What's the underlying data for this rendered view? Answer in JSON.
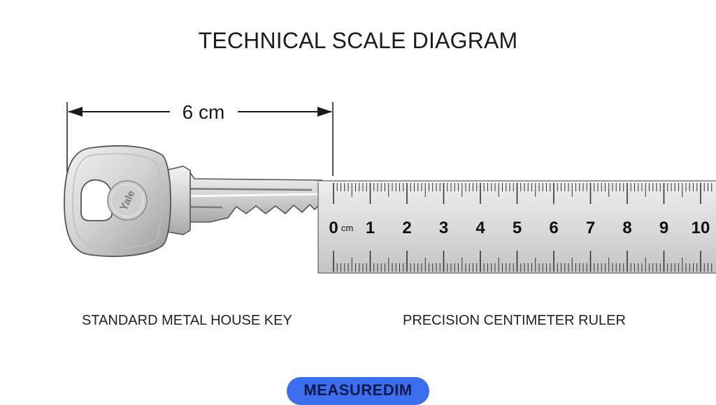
{
  "title": "TECHNICAL SCALE DIAGRAM",
  "dimension": {
    "value": 6,
    "label": "6 cm"
  },
  "key": {
    "brand": "Yale",
    "caption": "STANDARD METAL HOUSE KEY"
  },
  "ruler": {
    "caption": "PRECISION CENTIMETER RULER",
    "unit": "cm",
    "labels": [
      "0",
      "1",
      "2",
      "3",
      "4",
      "5",
      "6",
      "7",
      "8",
      "9",
      "10"
    ]
  },
  "badge": {
    "label": "MEASUREDIM",
    "color": "#3b6ff0"
  },
  "colors": {
    "metal_light": "#e6e6e6",
    "metal_dark": "#9a9a9a",
    "ink": "#1a1a1a"
  },
  "icons": [
    "left-arrowhead-icon",
    "right-arrowhead-icon"
  ]
}
